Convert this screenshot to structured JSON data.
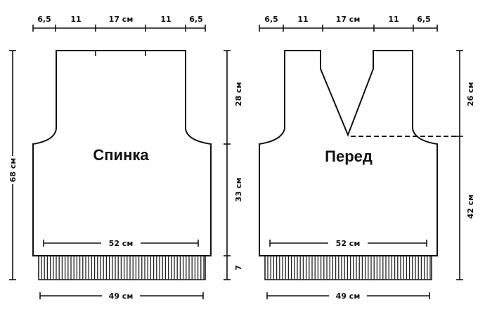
{
  "back": {
    "title": "Спинка",
    "top_widths": [
      "6,5",
      "11",
      "17 см",
      "11",
      "6,5"
    ],
    "side_heights": [
      "28 см",
      "33 см",
      "7"
    ],
    "total_height": "68 см",
    "width_body": "52 см",
    "width_rib": "49 см"
  },
  "front": {
    "title": "Перед",
    "top_widths": [
      "6,5",
      "11",
      "17 см",
      "11",
      "6,5"
    ],
    "side_heights": [
      "26 см",
      "42 см"
    ],
    "width_body": "52 см",
    "width_rib": "49 см"
  }
}
